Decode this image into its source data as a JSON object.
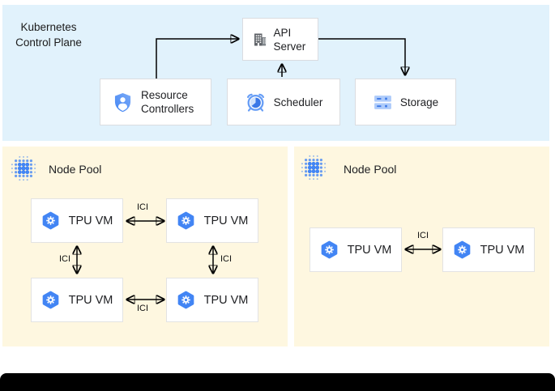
{
  "title": {
    "line1": "Kubernetes",
    "line2": "Control Plane"
  },
  "control_plane": {
    "api_server": {
      "label": "API Server",
      "icon": "building-icon"
    },
    "resource_controllers": {
      "label": "Resource Controllers",
      "icon": "shield-user-icon"
    },
    "scheduler": {
      "label": "Scheduler",
      "icon": "alarm-clock-icon"
    },
    "storage": {
      "label": "Storage",
      "icon": "storage-disks-icon"
    }
  },
  "node_pools": [
    {
      "label": "Node Pool",
      "icon": "dot-grid-icon",
      "vms": [
        {
          "label": "TPU VM"
        },
        {
          "label": "TPU VM"
        },
        {
          "label": "TPU VM"
        },
        {
          "label": "TPU VM"
        }
      ]
    },
    {
      "label": "Node Pool",
      "icon": "dot-grid-icon",
      "vms": [
        {
          "label": "TPU VM"
        },
        {
          "label": "TPU VM"
        }
      ]
    }
  ],
  "interconnect_label": "ICI",
  "colors": {
    "control_plane_bg": "#E1F2FC",
    "node_pool_bg": "#FEF7E0",
    "accent_blue": "#4285F4",
    "box_border": "#DADCE0",
    "text": "#202124",
    "arrow": "#000000"
  }
}
